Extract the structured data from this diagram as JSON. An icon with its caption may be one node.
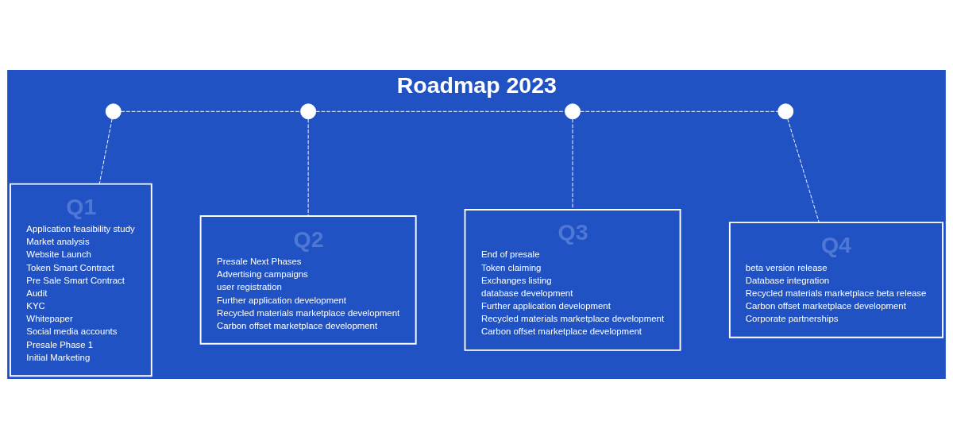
{
  "diagram": {
    "title": "Roadmap 2023",
    "nodes": [
      {
        "text": [],
        "shape": "circle"
      },
      {
        "text": [],
        "shape": "circle"
      },
      {
        "text": [],
        "shape": "circle"
      },
      {
        "text": [],
        "shape": "circle"
      },
      {
        "text": [
          "Q1",
          "Application feasibility study",
          "Market analysis",
          "Website Launch",
          "Token Smart Contract",
          "Pre Sale Smart Contract",
          "Audit",
          "KYC",
          "Whitepaper",
          "Social media accounts",
          "Presale Phase 1",
          "Initial Marketing"
        ]
      },
      {
        "text": [
          "Q2",
          "Presale Next Phases",
          "Advertising campaigns",
          "user registration",
          "Further application development",
          "Recycled materials marketplace development",
          "Carbon offset marketplace development"
        ]
      },
      {
        "text": [
          "Q3",
          "End of presale",
          "Token claiming",
          "Exchanges listing",
          "database development",
          "Further application development",
          "Recycled materials marketplace development",
          "Carbon offset marketplace development"
        ]
      },
      {
        "text": [
          "Q4",
          "beta version release",
          "Database integration",
          "Recycled materials marketplace beta release",
          "Carbon offset marketplace development",
          "Corporate partnerships"
        ]
      }
    ],
    "edges": [
      {
        "from": 0,
        "to": 1,
        "arrow": "none",
        "style": "dashed"
      },
      {
        "from": 1,
        "to": 2,
        "arrow": "none",
        "style": "dashed"
      },
      {
        "from": 2,
        "to": 3,
        "arrow": "none",
        "style": "dashed"
      },
      {
        "from": 0,
        "to": 4,
        "arrow": "none",
        "style": "dashed"
      },
      {
        "from": 1,
        "to": 5,
        "arrow": "none",
        "style": "dashed"
      },
      {
        "from": 2,
        "to": 6,
        "arrow": "none",
        "style": "dashed"
      },
      {
        "from": 3,
        "to": 7,
        "arrow": "none",
        "style": "dashed"
      }
    ]
  }
}
